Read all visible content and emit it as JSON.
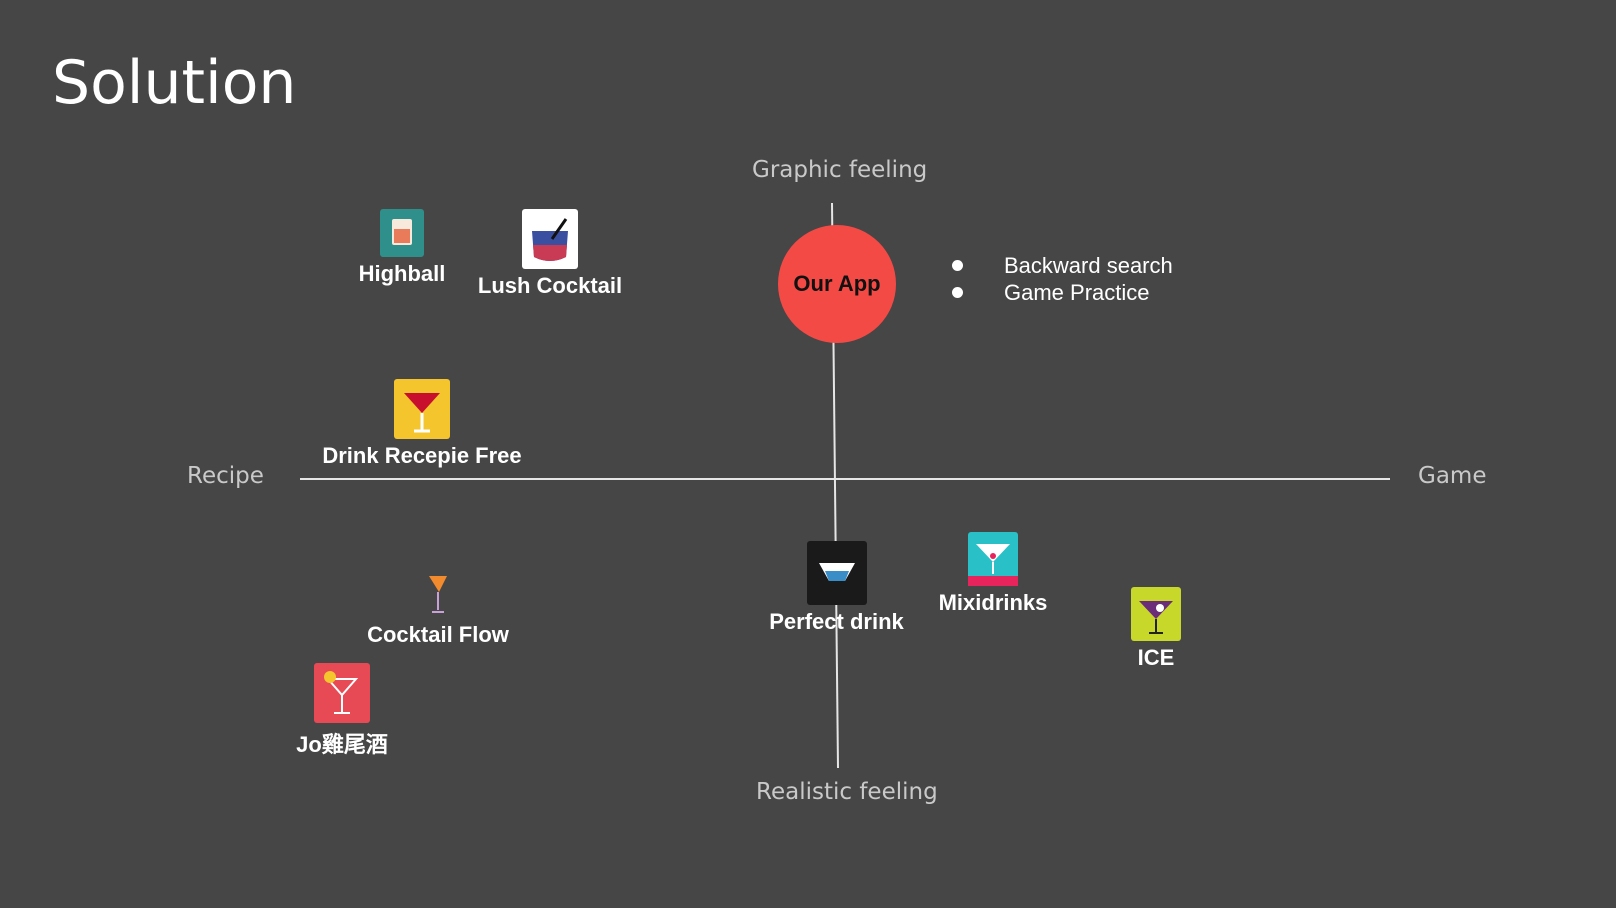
{
  "title": "Solution",
  "axes": {
    "top": "Graphic feeling",
    "bottom": "Realistic feeling",
    "left": "Recipe",
    "right": "Game"
  },
  "our_app": {
    "label": "Our App",
    "color": "#f44a45",
    "features": [
      "Backward search",
      "Game Practice"
    ]
  },
  "apps": [
    {
      "name": "Highball",
      "icon": "highball-glass-icon"
    },
    {
      "name": "Lush Cocktail",
      "icon": "layered-cocktail-icon"
    },
    {
      "name": "Drink Recepie Free",
      "icon": "martini-icon"
    },
    {
      "name": "Cocktail Flow",
      "icon": "tropical-cocktail-icon"
    },
    {
      "name": "Jo雞尾酒",
      "icon": "cocktail-glass-icon"
    },
    {
      "name": "Perfect drink",
      "icon": "bowl-icon"
    },
    {
      "name": "Mixidrinks",
      "icon": "martini-straw-icon"
    },
    {
      "name": "ICE",
      "icon": "ice-martini-icon"
    }
  ]
}
